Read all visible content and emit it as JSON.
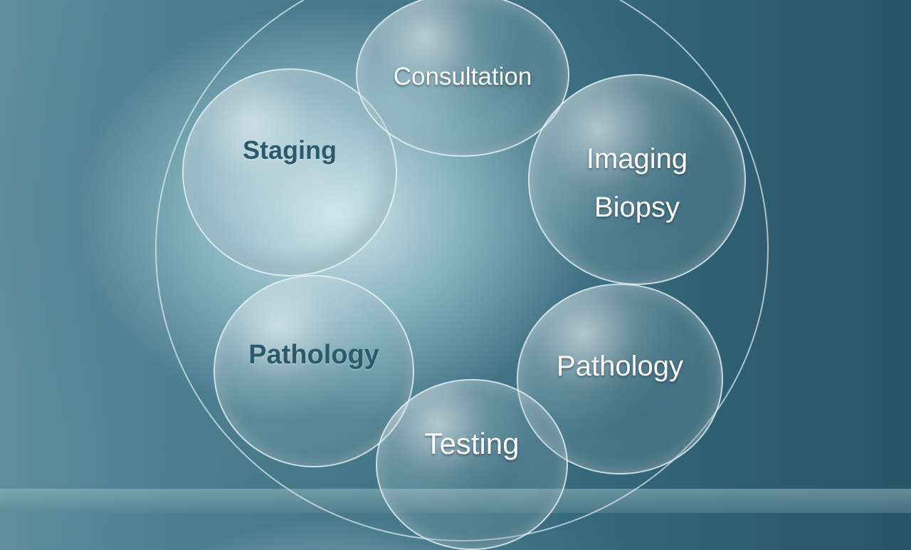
{
  "diagram": {
    "bubbles": {
      "consultation": "Consultation",
      "staging": "Staging",
      "imaging_line1": "Imaging",
      "imaging_line2": "Biopsy",
      "pathology_left": "Pathology",
      "pathology_right": "Pathology",
      "testing": "Testing"
    },
    "colors": {
      "background": "#3d6f82",
      "glow": "#d7ecf2",
      "label_light": "#ffffff",
      "label_dark": "#2b5a6c"
    }
  }
}
